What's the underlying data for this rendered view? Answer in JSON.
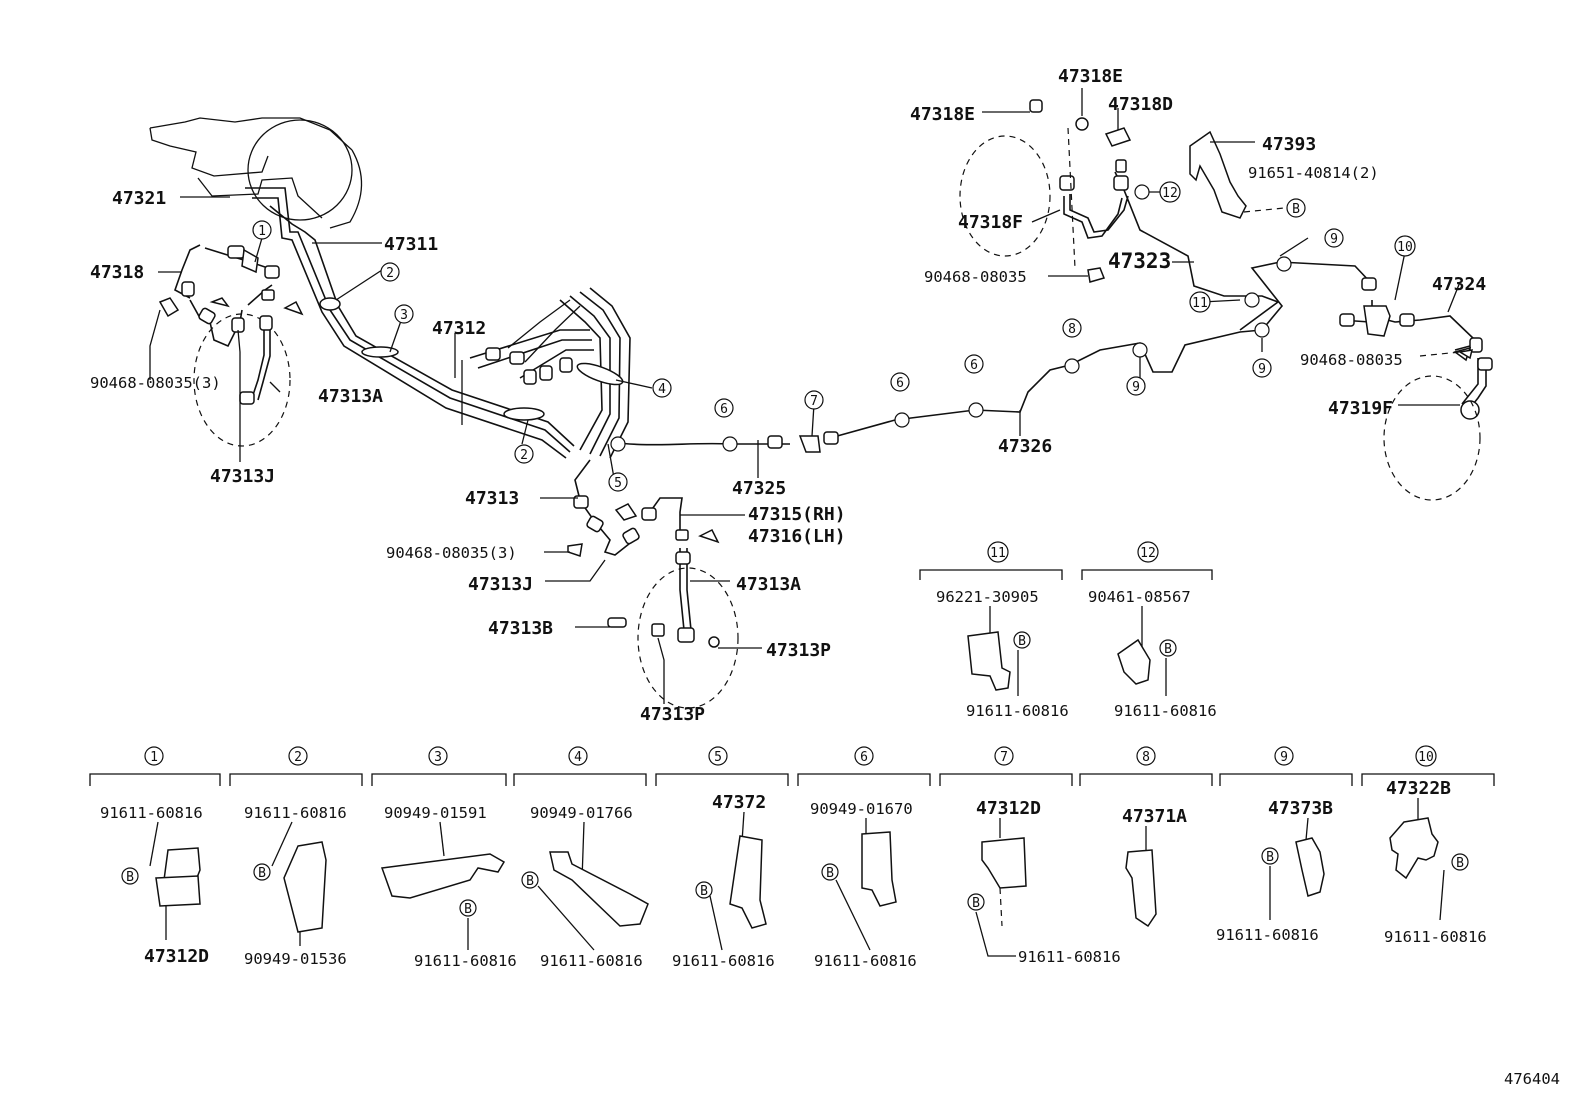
{
  "labels": {
    "p47321": "47321",
    "p47318": "47318",
    "p47311": "47311",
    "p47312": "47312",
    "p90468_l": "90468-08035(3)",
    "p47313A_l": "47313A",
    "p47313J_l": "47313J",
    "p47313": "47313",
    "p90468_c": "90468-08035(3)",
    "p47313J_c": "47313J",
    "p47315": "47315(RH)",
    "p47316": "47316(LH)",
    "p47313A_c": "47313A",
    "p47313B": "47313B",
    "p47313P_r": "47313P",
    "p47313P_b": "47313P",
    "p47325": "47325",
    "p47326": "47326",
    "p47318E_t": "47318E",
    "p47318E_l": "47318E",
    "p47318D": "47318D",
    "p47318F": "47318F",
    "p90468_t": "90468-08035",
    "p47323": "47323",
    "p47393": "47393",
    "p91651": "91651-40814(2)",
    "p47324": "47324",
    "p90468_r": "90468-08035",
    "p47319F": "47319F",
    "d11_top": "96221-30905",
    "d11_bot": "91611-60816",
    "d12_top": "90461-08567",
    "d12_bot": "91611-60816",
    "b1_top": "91611-60816",
    "b1_bot": "47312D",
    "b2_top": "91611-60816",
    "b2_bot": "90949-01536",
    "b3_top": "90949-01591",
    "b3_bot": "91611-60816",
    "b4_top": "90949-01766",
    "b4_bot": "91611-60816",
    "b5_top": "47372",
    "b5_bot": "91611-60816",
    "b6_top": "90949-01670",
    "b6_bot": "91611-60816",
    "b7_top": "47312D",
    "b7_bot": "91611-60816",
    "b8_top": "47371A",
    "b9_top": "47373B",
    "b9_bot": "91611-60816",
    "b10_top": "47322B",
    "b10_bot": "91611-60816",
    "catalog": "476404"
  },
  "markers": {
    "m1": "1",
    "m2": "2",
    "m3": "3",
    "m4": "4",
    "m5": "5",
    "m6": "6",
    "m7": "7",
    "m8": "8",
    "m9": "9",
    "m10": "10",
    "m11": "11",
    "m12": "12",
    "B": "B"
  }
}
